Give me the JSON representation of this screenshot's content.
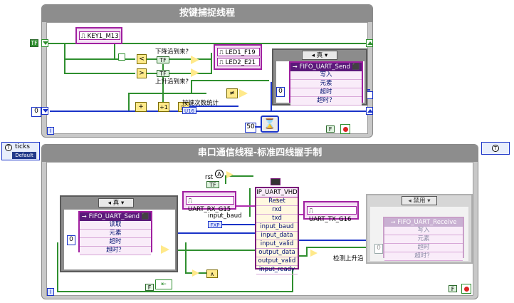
{
  "loops": {
    "top_title": "按键捕捉线程",
    "bottom_title": "串口通信线程-标准四线握手制"
  },
  "top": {
    "key_channel": "KEY1_M13",
    "leds": [
      "LED1_F19",
      "LED2_E21"
    ],
    "falling_label": "下降沿到来?",
    "rising_label": "上升沿到来?",
    "count_label": "按键次数统计",
    "fifo_send_title": "FIFO_UART_Send",
    "fifo_rows": [
      "写入",
      "元素",
      "超时",
      "超时？"
    ],
    "case_true": "真",
    "wait_value": "50",
    "const_zero": "0",
    "const_zero2": "0",
    "u16_tag": "U16",
    "tf_tag": "TF",
    "stop_tag": "F",
    "loop_i": "i",
    "tf_tag2": "TF"
  },
  "left_shared": {
    "label": "ticks",
    "default_tag": "Default",
    "shared_tag": "T"
  },
  "bottom": {
    "case_true": "真",
    "fifo_send_title": "FIFO_UART_Send",
    "fifo_rows": [
      "读取",
      "元素",
      "超时",
      "超时？"
    ],
    "const_zero": "0",
    "rx_channel": "UART_RX_G15",
    "tx_channel": "UART_TX_G16",
    "rst_label": "rst",
    "tf_tag": "TF",
    "input_baud_label": "input_baud",
    "fxp_tag": "FXP",
    "ip_title": "IP_UART_VHD",
    "ip_rows": [
      "Reset",
      "rxd",
      "txd",
      "input_baud",
      "input_data",
      "input_valid",
      "output_data",
      "output_valid",
      "input_ready"
    ],
    "disabled_case": "禁用",
    "fifo_receive_title": "FIFO_UART_Receive",
    "fifo_receive_rows": [
      "写入",
      "元素",
      "超时",
      "超时？"
    ],
    "edge_label": "检测上升沿",
    "loop_i": "i",
    "stop_tag": "F",
    "const_zero2": "0"
  }
}
